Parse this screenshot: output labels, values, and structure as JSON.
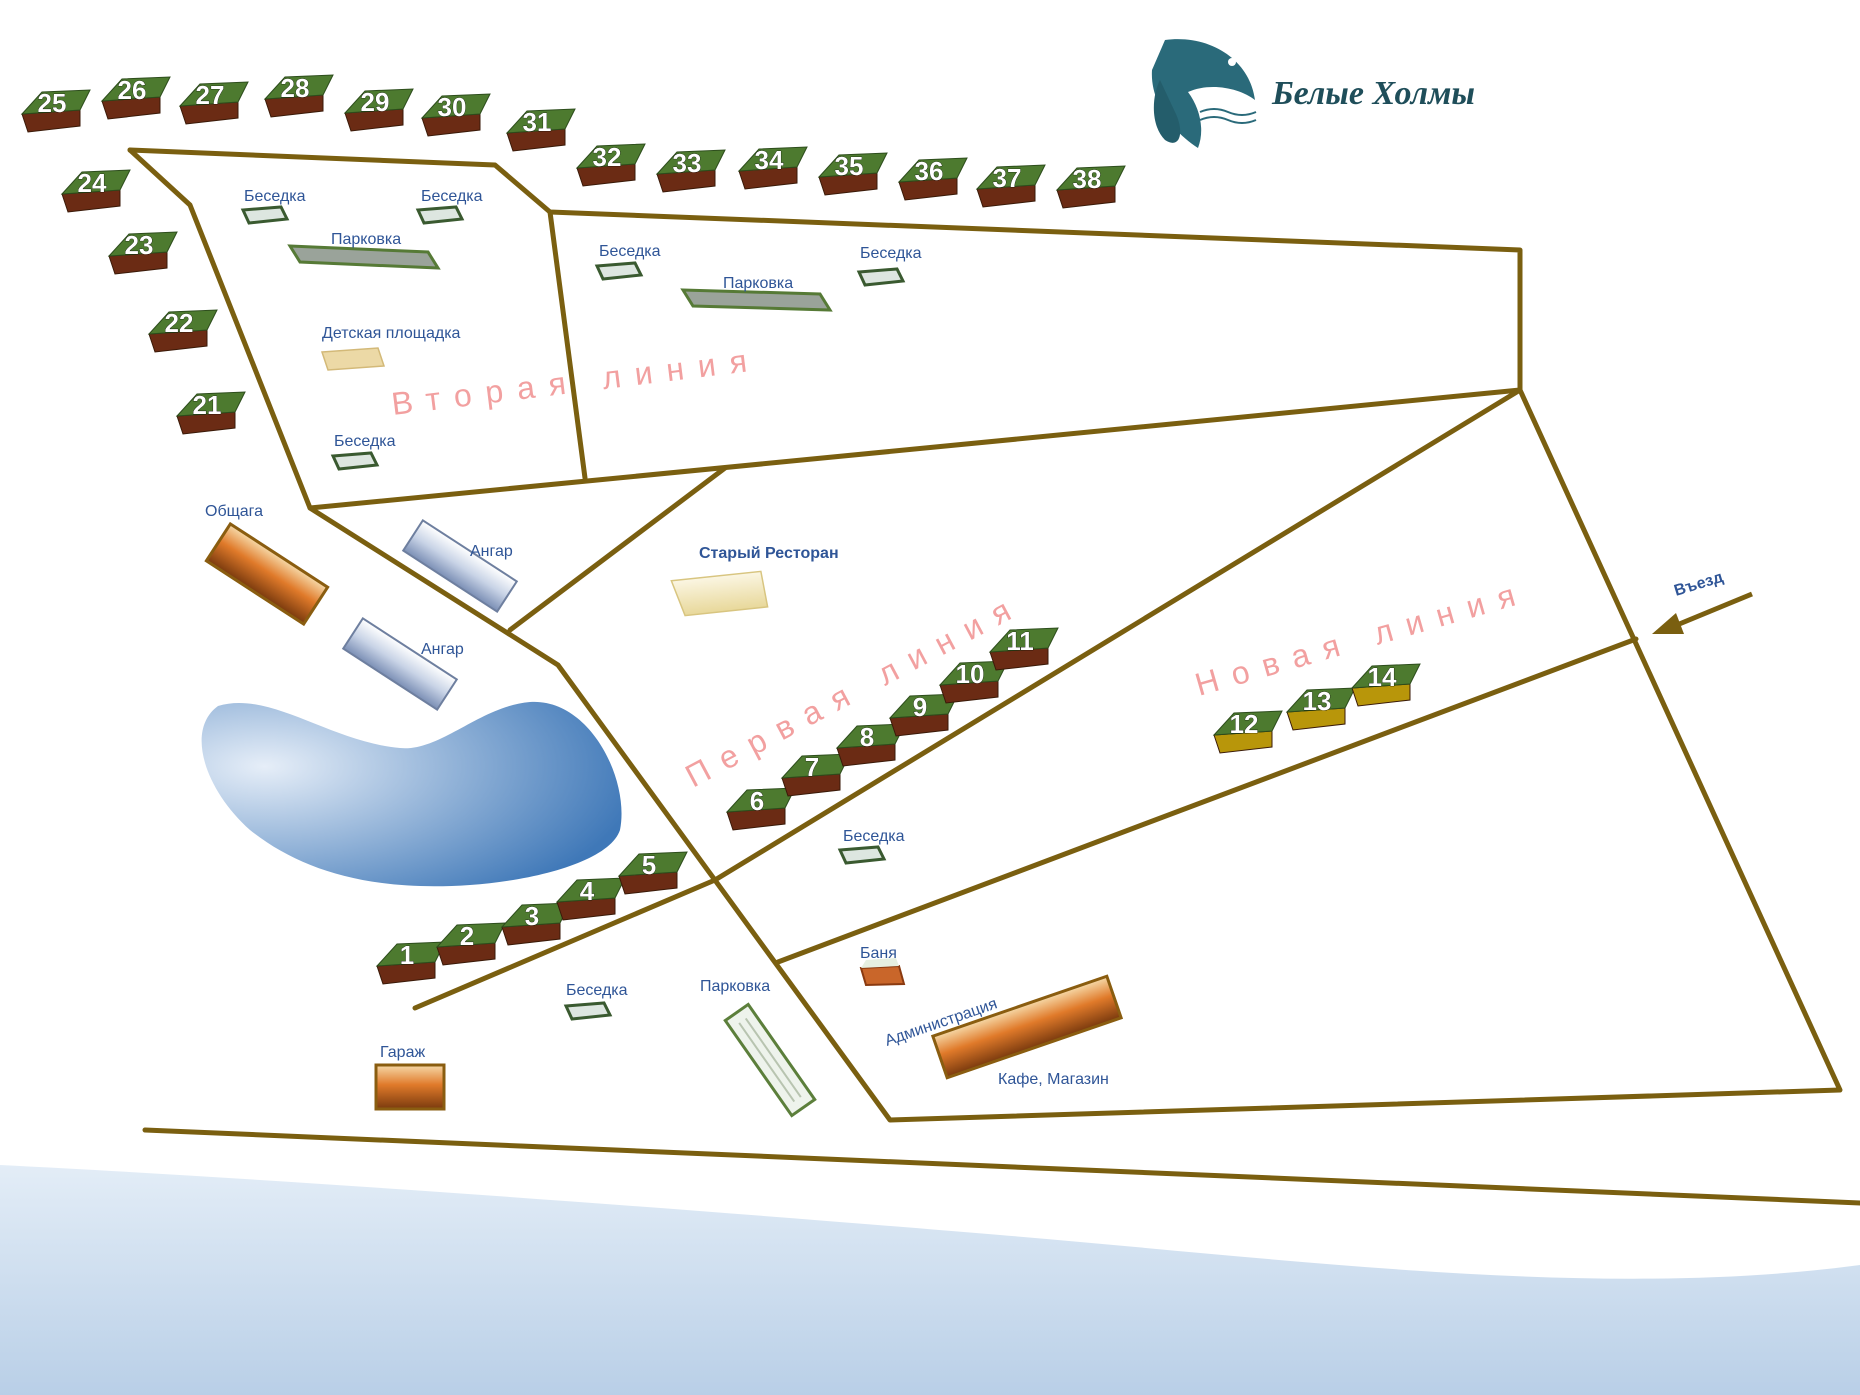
{
  "brand": {
    "name": "Белые Холмы"
  },
  "colors": {
    "road": "#7a5f10",
    "cabin_roof": "#4d7a2f",
    "cabin_side": "#6b2b14",
    "new_cabin_side": "#b8960a",
    "label": "#2f5597",
    "zone_title": "#f2a0a0",
    "water": "#4a80bd",
    "sea": "#dbe8f4"
  },
  "zones": {
    "second": "Вторая   линия",
    "first": "Первая   линия",
    "new": "Новая линия"
  },
  "labels": {
    "arbor": "Беседка",
    "parking": "Парковка",
    "playground": "Детская площадка",
    "dorm": "Общага",
    "hangar": "Ангар",
    "old_restaurant": "Старый Ресторан",
    "entrance": "Въезд",
    "bath": "Баня",
    "administration": "Администрация",
    "cafe": "Кафе, Магазин",
    "garage": "Гараж"
  },
  "cabins": [
    "1",
    "2",
    "3",
    "4",
    "5",
    "6",
    "7",
    "8",
    "9",
    "10",
    "11",
    "12",
    "13",
    "14",
    "21",
    "22",
    "23",
    "24",
    "25",
    "26",
    "27",
    "28",
    "29",
    "30",
    "31",
    "32",
    "33",
    "34",
    "35",
    "36",
    "37",
    "38"
  ]
}
